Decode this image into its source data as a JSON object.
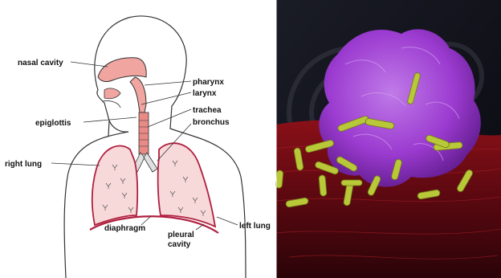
{
  "left_panel": {
    "labels": {
      "nasal_cavity": "nasal cavity",
      "pharynx": "pharynx",
      "larynx": "larynx",
      "epiglottis": "epiglottis",
      "trachea": "trachea",
      "bronchus": "bronchus",
      "right_lung": "right lung",
      "diaphragm": "diaphragm",
      "pleural_cavity_line1": "pleural",
      "pleural_cavity_line2": "cavity",
      "left_lung": "left lung"
    },
    "colors": {
      "airway_fill": "#f0a5a0",
      "lung_fill": "#f7d9d9",
      "lung_outline": "#b02040",
      "body_outline": "#333333"
    }
  },
  "right_panel": {
    "colors": {
      "cell_purple": "#9b3bd0",
      "bacteria_yellow": "#b8c838",
      "tissue_red": "#7a0a10",
      "background_dark": "#101018"
    }
  }
}
